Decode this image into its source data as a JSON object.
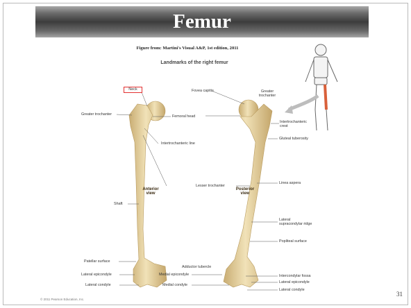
{
  "slide": {
    "title": "Femur",
    "caption": "Figure from: Martini's Visual A&P, 1st edition, 2011",
    "subtitle": "Landmarks of the right femur",
    "page_number": "31",
    "copyright": "© 2011 Pearson Education, Inc."
  },
  "views": {
    "anterior": "Anterior view",
    "posterior": "Posterior view"
  },
  "labels": {
    "neck": "Neck",
    "greater_trochanter_left": "Greater trochanter",
    "femoral_head": "Femoral head",
    "intertrochanteric_line": "Intertrochanteric line",
    "lesser_trochanter": "Lesser trochanter",
    "shaft": "Shaft",
    "patellar_surface": "Patellar surface",
    "lateral_epicondyle_left": "Lateral epicondyle",
    "lateral_condyle_left": "Lateral condyle",
    "adductor_tubercle": "Adductor tubercle",
    "medial_epicondyle": "Medial epicondyle",
    "medial_condyle": "Medial condyle",
    "fovea_capitis": "Fovea capitis",
    "greater_trochanter_right": "Greater trochanter",
    "intertrochanteric_crest": "Intertrochanteric crest",
    "gluteal_tuberosity": "Gluteal tuberosity",
    "linea_aspera": "Linea aspera",
    "lateral_supracondylar_ridge": "Lateral supracondylar ridge",
    "popliteal_surface": "Popliteal surface",
    "intercondylar_fossa": "Intercondylar fossa",
    "lateral_epicondyle_right": "Lateral epicondyle",
    "lateral_condyle_right": "Lateral condyle"
  },
  "colors": {
    "bone": "#e9d6a6",
    "bone_shadow": "#c9ad73",
    "highlight_bone": "#d9603a",
    "neck_box": "#e23030"
  }
}
